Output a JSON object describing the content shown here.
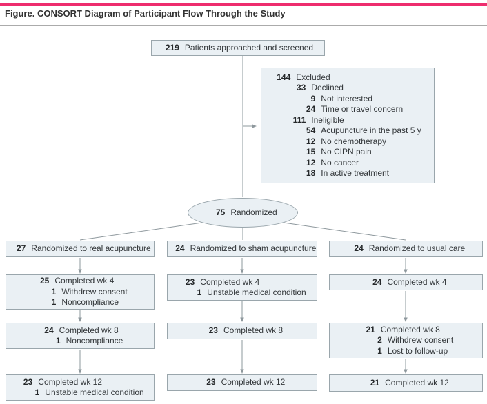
{
  "title": "Figure. CONSORT Diagram of Participant Flow Through the Study",
  "colors": {
    "accent": "#ee2d6e",
    "box-fill": "#eaf0f4",
    "box-border": "#9aa6ac",
    "line": "#8e989d",
    "text": "#33373a",
    "rule": "#ababab"
  },
  "flowchart": {
    "screened": {
      "lines": [
        {
          "n": "219",
          "t": "Patients approached and screened",
          "lvl": 0
        }
      ]
    },
    "excluded": {
      "lines": [
        {
          "n": "144",
          "t": "Excluded",
          "lvl": 0
        },
        {
          "n": "33",
          "t": "Declined",
          "lvl": 1
        },
        {
          "n": "9",
          "t": "Not interested",
          "lvl": 2
        },
        {
          "n": "24",
          "t": "Time or travel concern",
          "lvl": 2
        },
        {
          "n": "111",
          "t": "Ineligible",
          "lvl": 1
        },
        {
          "n": "54",
          "t": "Acupuncture in the past 5 y",
          "lvl": 2
        },
        {
          "n": "12",
          "t": "No chemotherapy",
          "lvl": 2
        },
        {
          "n": "15",
          "t": "No CIPN pain",
          "lvl": 2
        },
        {
          "n": "12",
          "t": "No cancer",
          "lvl": 2
        },
        {
          "n": "18",
          "t": "In active treatment",
          "lvl": 2
        }
      ]
    },
    "randomized": {
      "lines": [
        {
          "n": "75",
          "t": "Randomized",
          "lvl": 0
        }
      ]
    },
    "arms": [
      {
        "name": "real-acupuncture",
        "allocation": {
          "lines": [
            {
              "n": "27",
              "t": "Randomized to real acupuncture",
              "lvl": 0
            }
          ]
        },
        "wk4": {
          "lines": [
            {
              "n": "25",
              "t": "Completed wk 4",
              "lvl": 0
            },
            {
              "n": "1",
              "t": "Withdrew consent",
              "lvl": 1
            },
            {
              "n": "1",
              "t": "Noncompliance",
              "lvl": 1
            }
          ]
        },
        "wk8": {
          "lines": [
            {
              "n": "24",
              "t": "Completed wk 8",
              "lvl": 0
            },
            {
              "n": "1",
              "t": "Noncompliance",
              "lvl": 1
            }
          ]
        },
        "wk12": {
          "lines": [
            {
              "n": "23",
              "t": "Completed wk 12",
              "lvl": 0
            },
            {
              "n": "1",
              "t": "Unstable medical condition",
              "lvl": 1
            }
          ]
        }
      },
      {
        "name": "sham-acupuncture",
        "allocation": {
          "lines": [
            {
              "n": "24",
              "t": "Randomized to sham acupuncture",
              "lvl": 0
            }
          ]
        },
        "wk4": {
          "lines": [
            {
              "n": "23",
              "t": "Completed wk 4",
              "lvl": 0
            },
            {
              "n": "1",
              "t": "Unstable medical condition",
              "lvl": 1
            }
          ]
        },
        "wk8": {
          "lines": [
            {
              "n": "23",
              "t": "Completed wk 8",
              "lvl": 0
            }
          ]
        },
        "wk12": {
          "lines": [
            {
              "n": "23",
              "t": "Completed wk 12",
              "lvl": 0
            }
          ]
        }
      },
      {
        "name": "usual-care",
        "allocation": {
          "lines": [
            {
              "n": "24",
              "t": "Randomized to usual care",
              "lvl": 0
            }
          ]
        },
        "wk4": {
          "lines": [
            {
              "n": "24",
              "t": "Completed wk 4",
              "lvl": 0
            }
          ]
        },
        "wk8": {
          "lines": [
            {
              "n": "21",
              "t": "Completed wk 8",
              "lvl": 0
            },
            {
              "n": "2",
              "t": "Withdrew consent",
              "lvl": 1
            },
            {
              "n": "1",
              "t": "Lost to follow-up",
              "lvl": 1
            }
          ]
        },
        "wk12": {
          "lines": [
            {
              "n": "21",
              "t": "Completed wk 12",
              "lvl": 0
            }
          ]
        }
      }
    ]
  }
}
